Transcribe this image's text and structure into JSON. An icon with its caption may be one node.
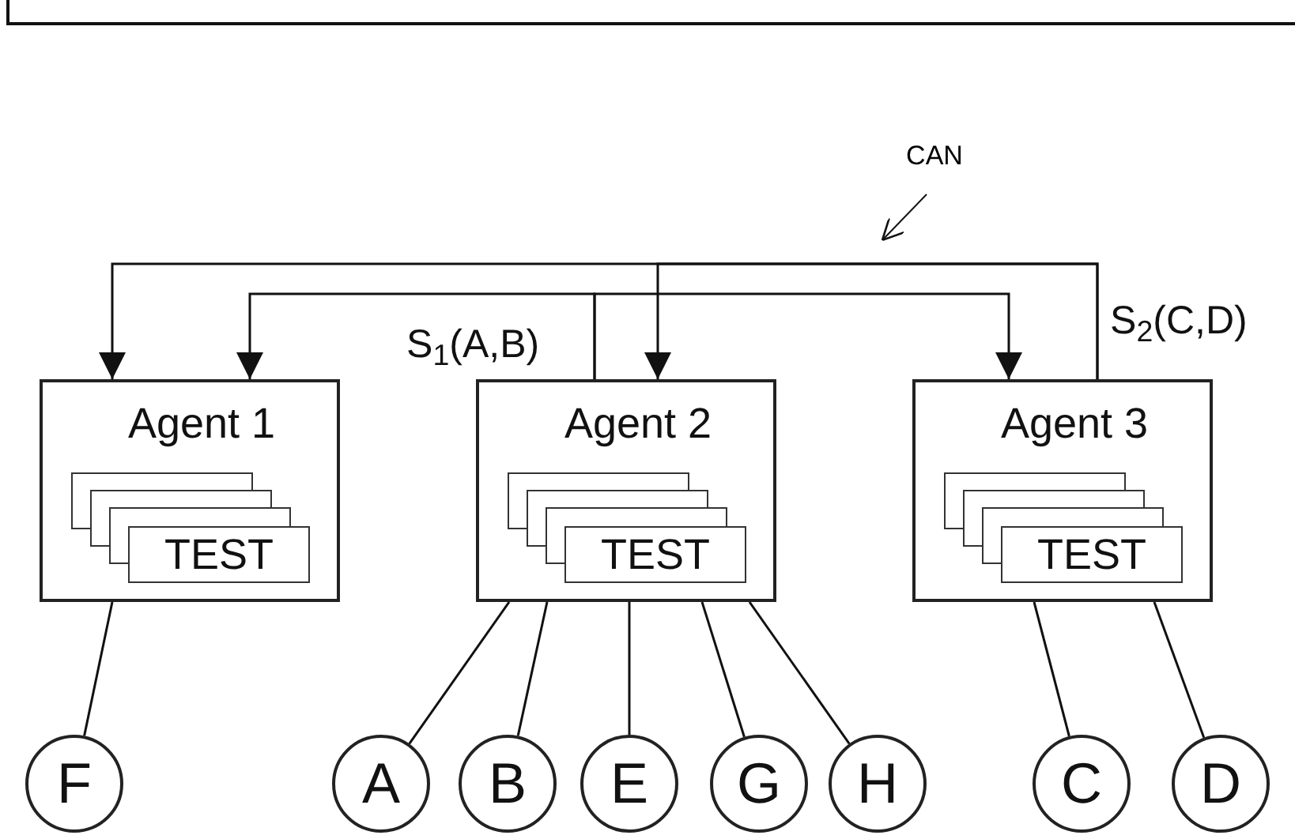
{
  "diagram": {
    "nodes": [
      {
        "text": [
          "CAN"
        ]
      },
      {
        "text": [
          "Agent 1"
        ]
      },
      {
        "text": [
          "TEST"
        ],
        "in": 1
      },
      {
        "text": [
          "Agent 2"
        ]
      },
      {
        "text": [
          "TEST"
        ],
        "in": 3
      },
      {
        "text": [
          "Agent 3"
        ]
      },
      {
        "text": [
          "TEST"
        ],
        "in": 5
      },
      {
        "text": [
          "F"
        ]
      },
      {
        "text": [
          "A"
        ]
      },
      {
        "text": [
          "B"
        ]
      },
      {
        "text": [
          "E"
        ]
      },
      {
        "text": [
          "G"
        ]
      },
      {
        "text": [
          "H"
        ]
      },
      {
        "text": [
          "C"
        ]
      },
      {
        "text": [
          "D"
        ]
      }
    ],
    "edges": [
      {
        "from": 0,
        "to": null,
        "arrow": "to"
      },
      {
        "from": 5,
        "to": 1,
        "arrow": "to"
      },
      {
        "from": 5,
        "to": 3,
        "arrow": "to"
      },
      {
        "from": 3,
        "to": 1,
        "arrow": "to"
      },
      {
        "from": 3,
        "to": 5,
        "arrow": "to"
      },
      {
        "from": 1,
        "to": 7,
        "arrow": "none"
      },
      {
        "from": 3,
        "to": 8,
        "arrow": "none"
      },
      {
        "from": 3,
        "to": 9,
        "arrow": "none"
      },
      {
        "from": 3,
        "to": 10,
        "arrow": "none"
      },
      {
        "from": 3,
        "to": 11,
        "arrow": "none"
      },
      {
        "from": 3,
        "to": 12,
        "arrow": "none"
      },
      {
        "from": 5,
        "to": 13,
        "arrow": "none"
      },
      {
        "from": 5,
        "to": 14,
        "arrow": "none"
      }
    ],
    "labels": [
      "S$_{1}$(A,B)",
      "S$_{2}$(C,D)"
    ]
  }
}
